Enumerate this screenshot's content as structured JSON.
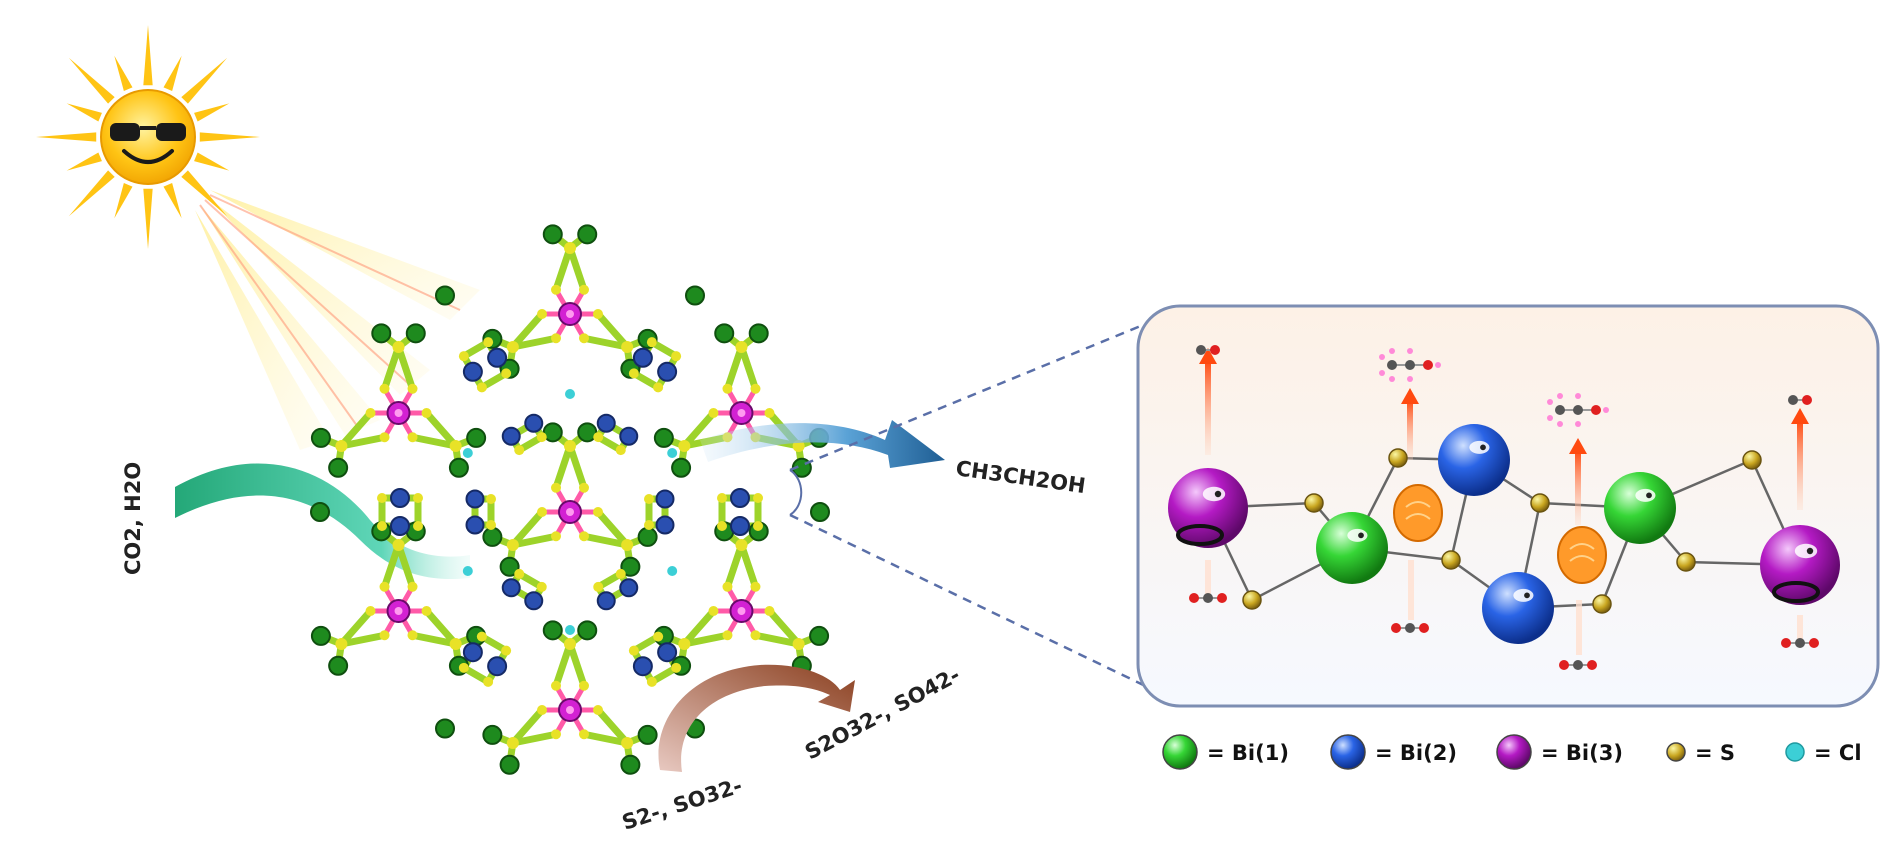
{
  "labels": {
    "reactants": "CO2, H2O",
    "product": "CH3CH2OH",
    "sacrificial_in": "S2-, SO32-",
    "sacrificial_out": "S2O32-, SO42-"
  },
  "legend": [
    {
      "label": "= Bi(1)",
      "color": "#2ed22e"
    },
    {
      "label": "= Bi(2)",
      "color": "#1f5ae0"
    },
    {
      "label": "= Bi(3)",
      "color": "#b41ac4"
    },
    {
      "label": "= S",
      "color": "#e8e227"
    },
    {
      "label": "= Cl",
      "color": "#3ccfd6"
    }
  ],
  "colors": {
    "bi1": "#2ed22e",
    "bi2": "#1f5ae0",
    "bi3": "#b41ac4",
    "s": "#e8e227",
    "cl": "#3ccfd6",
    "sun": "#ffcc11",
    "inflow_arrow": "#2ab090",
    "outflow_arrow": "#2b6ea6",
    "sacrificial_arrow": "#8a4a2e",
    "inset_border": "#7d8eb3"
  },
  "icons": [
    "sun-icon",
    "framework-structure",
    "inset-panel",
    "inflow-arrow",
    "outflow-arrow",
    "sacrificial-arrow"
  ]
}
